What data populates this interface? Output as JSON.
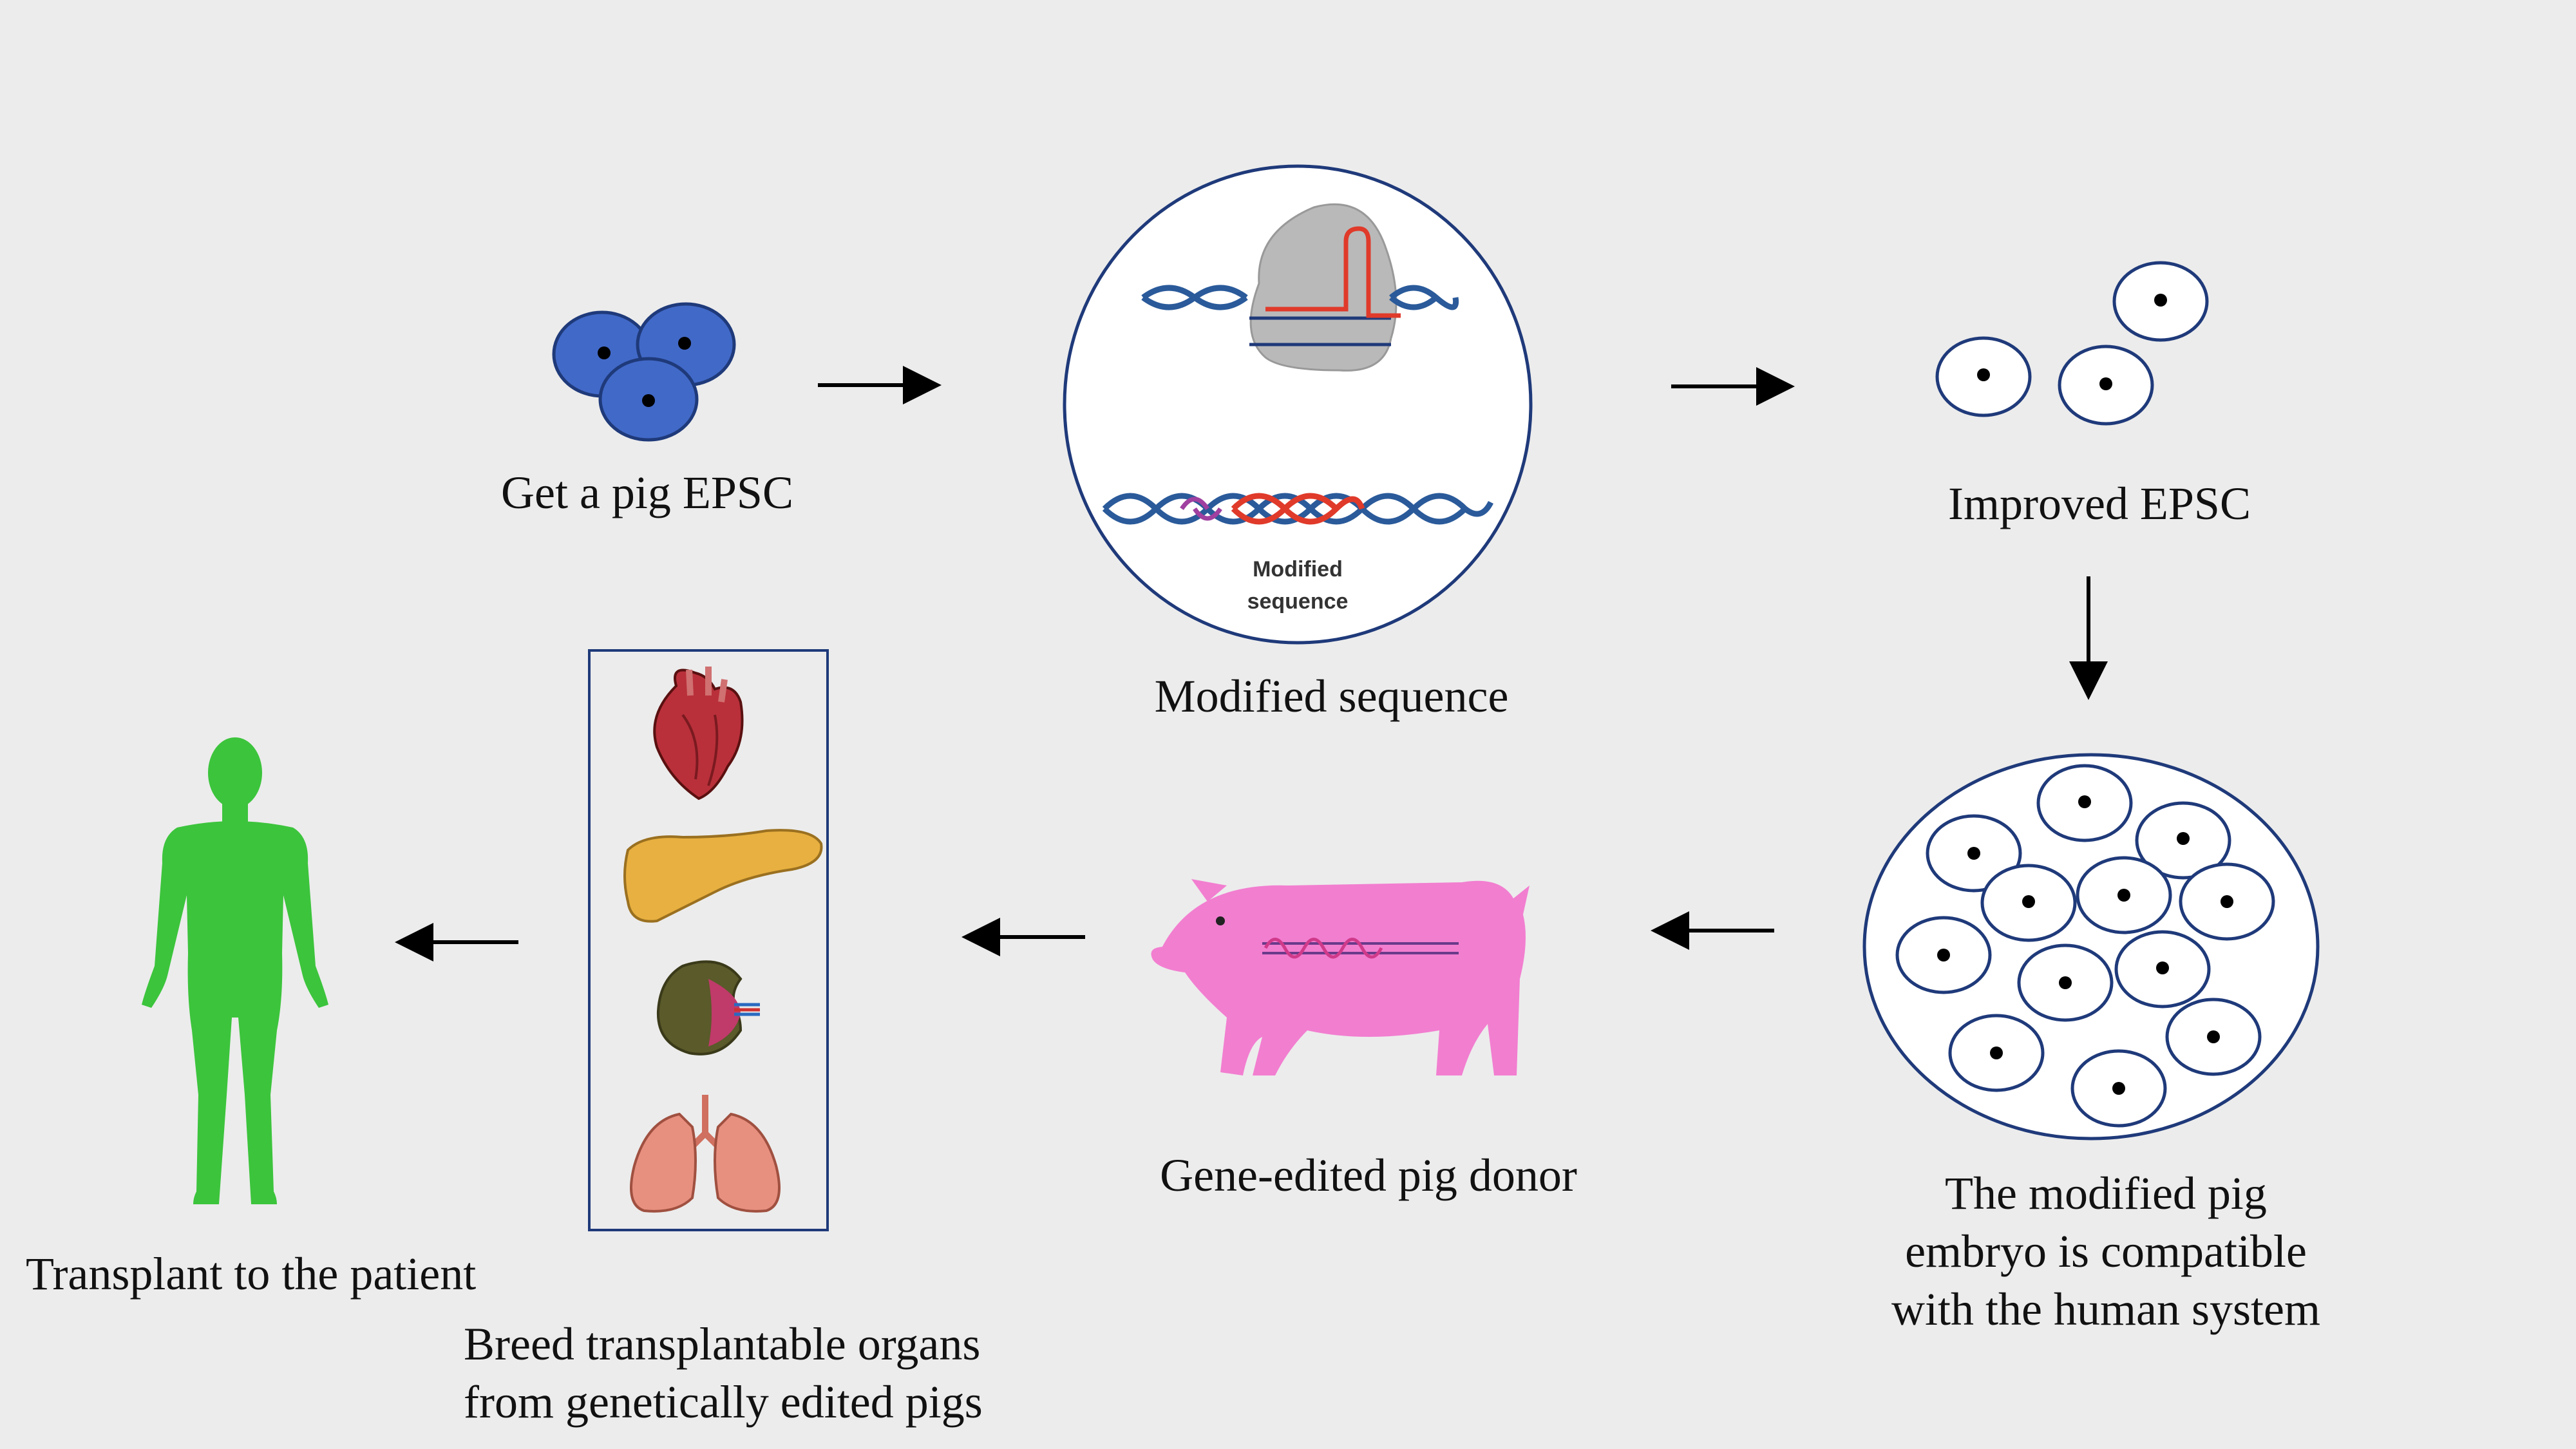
{
  "labels": {
    "get_epsc": "Get a pig EPSC",
    "modified_sequence": "Modified sequence",
    "improved_epsc": "Improved EPSC",
    "embryo": "The modified pig\nembryo is compatible\nwith the human system",
    "pig_donor": "Gene-edited pig donor",
    "breed_organs": "Breed transplantable organs\nfrom genetically edited pigs",
    "transplant": "Transplant to the patient",
    "inset_text_line1": "Modified",
    "inset_text_line2": "sequence"
  },
  "colors": {
    "background": "#ececec",
    "cell_blue": "#4169c8",
    "outline_navy": "#1f3a7a",
    "human_green": "#3cc43c",
    "pig_pink": "#f27ed0",
    "dna_blue": "#2a5a9a",
    "edit_red": "#e03a2a",
    "heart_red": "#b9303a",
    "pancreas_yellow": "#e8b040",
    "lung_pink": "#e89080"
  }
}
